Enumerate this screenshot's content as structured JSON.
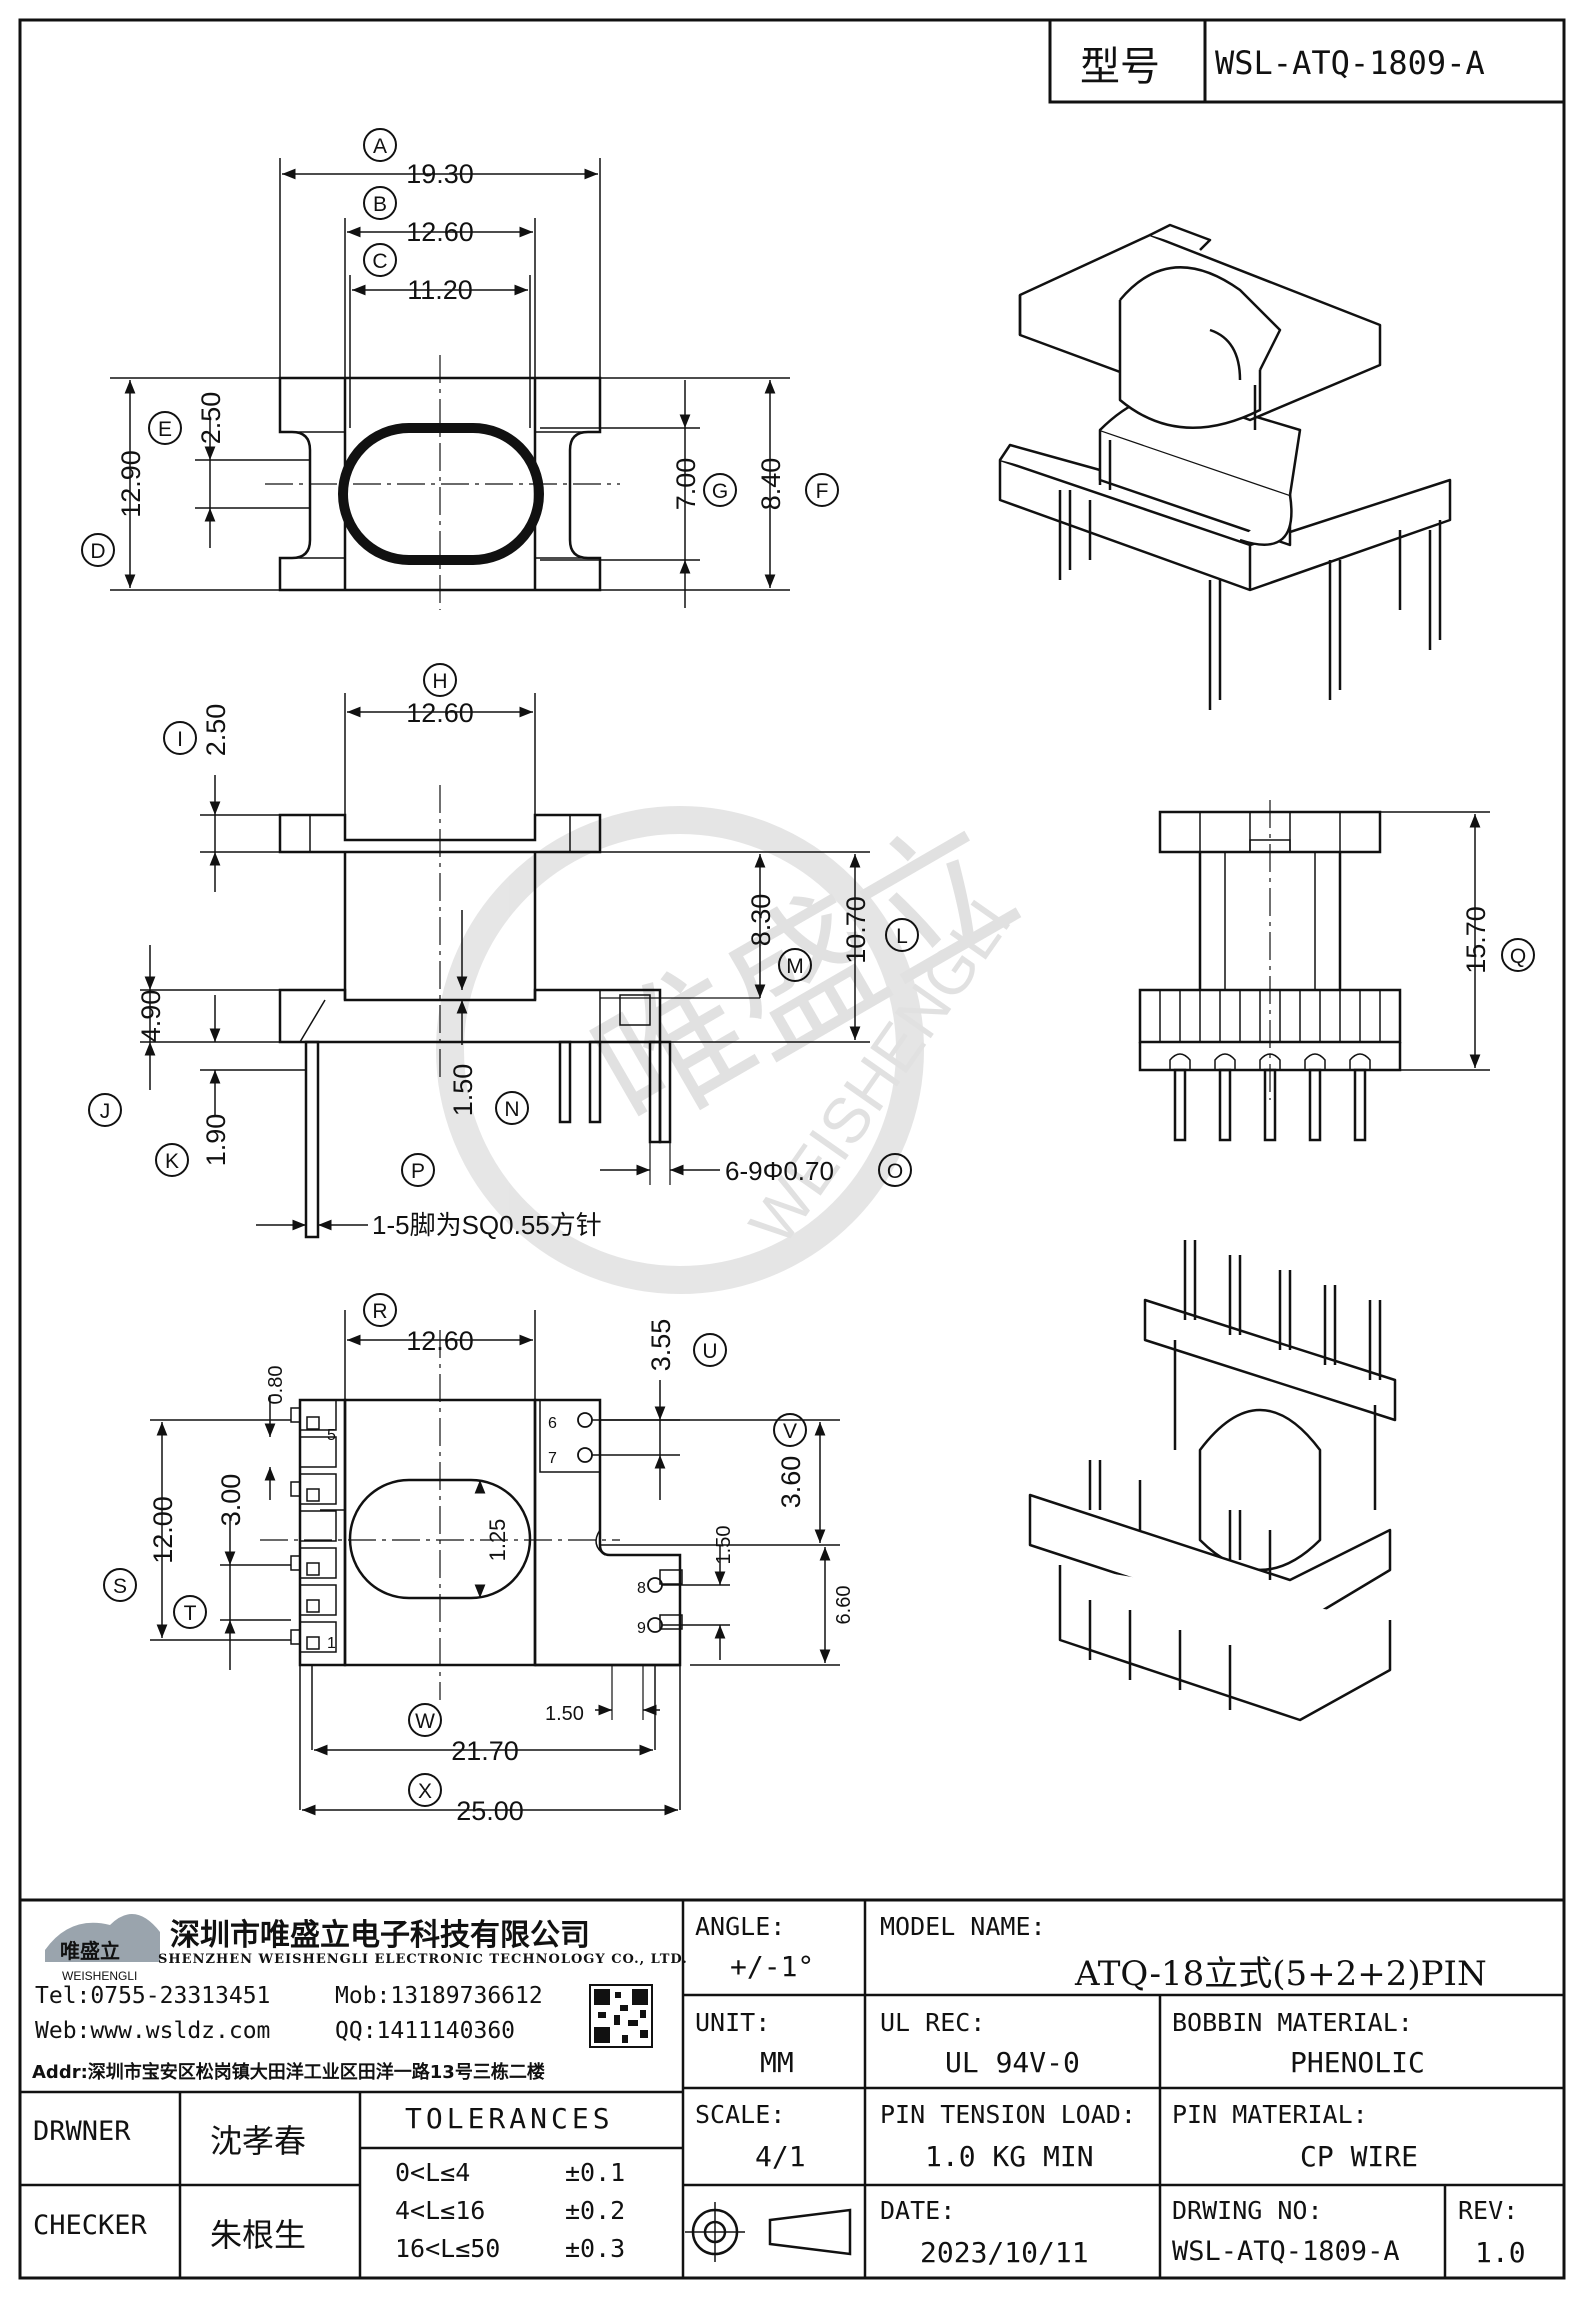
{
  "header": {
    "type_label": "型号",
    "model_code": "WSL-ATQ-1809-A"
  },
  "dims": {
    "A": "19.30",
    "B": "12.60",
    "C": "11.20",
    "D": "12.90",
    "E": "2.50",
    "F": "8.40",
    "G": "7.00",
    "H": "12.60",
    "I": "2.50",
    "J": "4.90",
    "K": "1.90",
    "L": "10.70",
    "M": "8.30",
    "N": "1.50",
    "Q": "15.70",
    "R": "12.60",
    "S": "12.00",
    "T": "3.00",
    "U": "3.55",
    "V": "3.60",
    "W": "21.70",
    "X": "25.00",
    "pin_pitch_small": "0.80",
    "slot_w": "1.25",
    "gap_150a": "1.50",
    "gap_150b": "1.50",
    "gap_660": "6.60"
  },
  "letters": [
    "A",
    "B",
    "C",
    "D",
    "E",
    "F",
    "G",
    "H",
    "I",
    "J",
    "K",
    "L",
    "M",
    "N",
    "O",
    "P",
    "Q",
    "R",
    "S",
    "T",
    "U",
    "V",
    "W",
    "X"
  ],
  "notes": {
    "pin_dia": "6-9Φ0.70",
    "pin_sq": "1-5脚为SQ0.55方针"
  },
  "pins": [
    "1",
    "5",
    "6",
    "7",
    "8",
    "9"
  ],
  "watermark": {
    "cn": "唯盛立",
    "en": "WEISHENGLI"
  },
  "company": {
    "name_cn": "深圳市唯盛立电子科技有限公司",
    "name_en": "SHENZHEN WEISHENGLI ELECTRONIC TECHNOLOGY CO., LTD.",
    "logo_cn": "唯盛立",
    "logo_en": "WEISHENGLI",
    "tel": "Tel:0755-23313451",
    "mob": "Mob:13189736612",
    "web": "Web:www.wsldz.com",
    "qq": "QQ:1411140360",
    "addr": "Addr:深圳市宝安区松岗镇大田洋工业区田洋一路13号三栋二楼"
  },
  "title_block": {
    "angle_label": "ANGLE:",
    "angle_value": "+/-1°",
    "model_label": "MODEL NAME:",
    "model_value": "ATQ-18立式(5+2+2)PIN",
    "unit_label": "UNIT:",
    "unit_value": "MM",
    "ul_label": "UL REC:",
    "ul_value": "UL 94V-0",
    "bobbin_label": "BOBBIN MATERIAL:",
    "bobbin_value": "PHENOLIC",
    "scale_label": "SCALE:",
    "scale_value": "4/1",
    "tension_label": "PIN TENSION LOAD:",
    "tension_value": "1.0 KG MIN",
    "pinmat_label": "PIN MATERIAL:",
    "pinmat_value": "CP WIRE",
    "date_label": "DATE:",
    "date_value": "2023/10/11",
    "dwgno_label": "DRWING NO:",
    "dwgno_value": "WSL-ATQ-1809-A",
    "rev_label": "REV:",
    "rev_value": "1.0",
    "drawer_label": "DRWNER",
    "drawer_value": "沈孝春",
    "checker_label": "CHECKER",
    "checker_value": "朱根生",
    "tol_title": "TOLERANCES",
    "tolerances": [
      {
        "range": "0<L≤4",
        "value": "±0.1"
      },
      {
        "range": "4<L≤16",
        "value": "±0.2"
      },
      {
        "range": "16<L≤50",
        "value": "±0.3"
      }
    ]
  }
}
